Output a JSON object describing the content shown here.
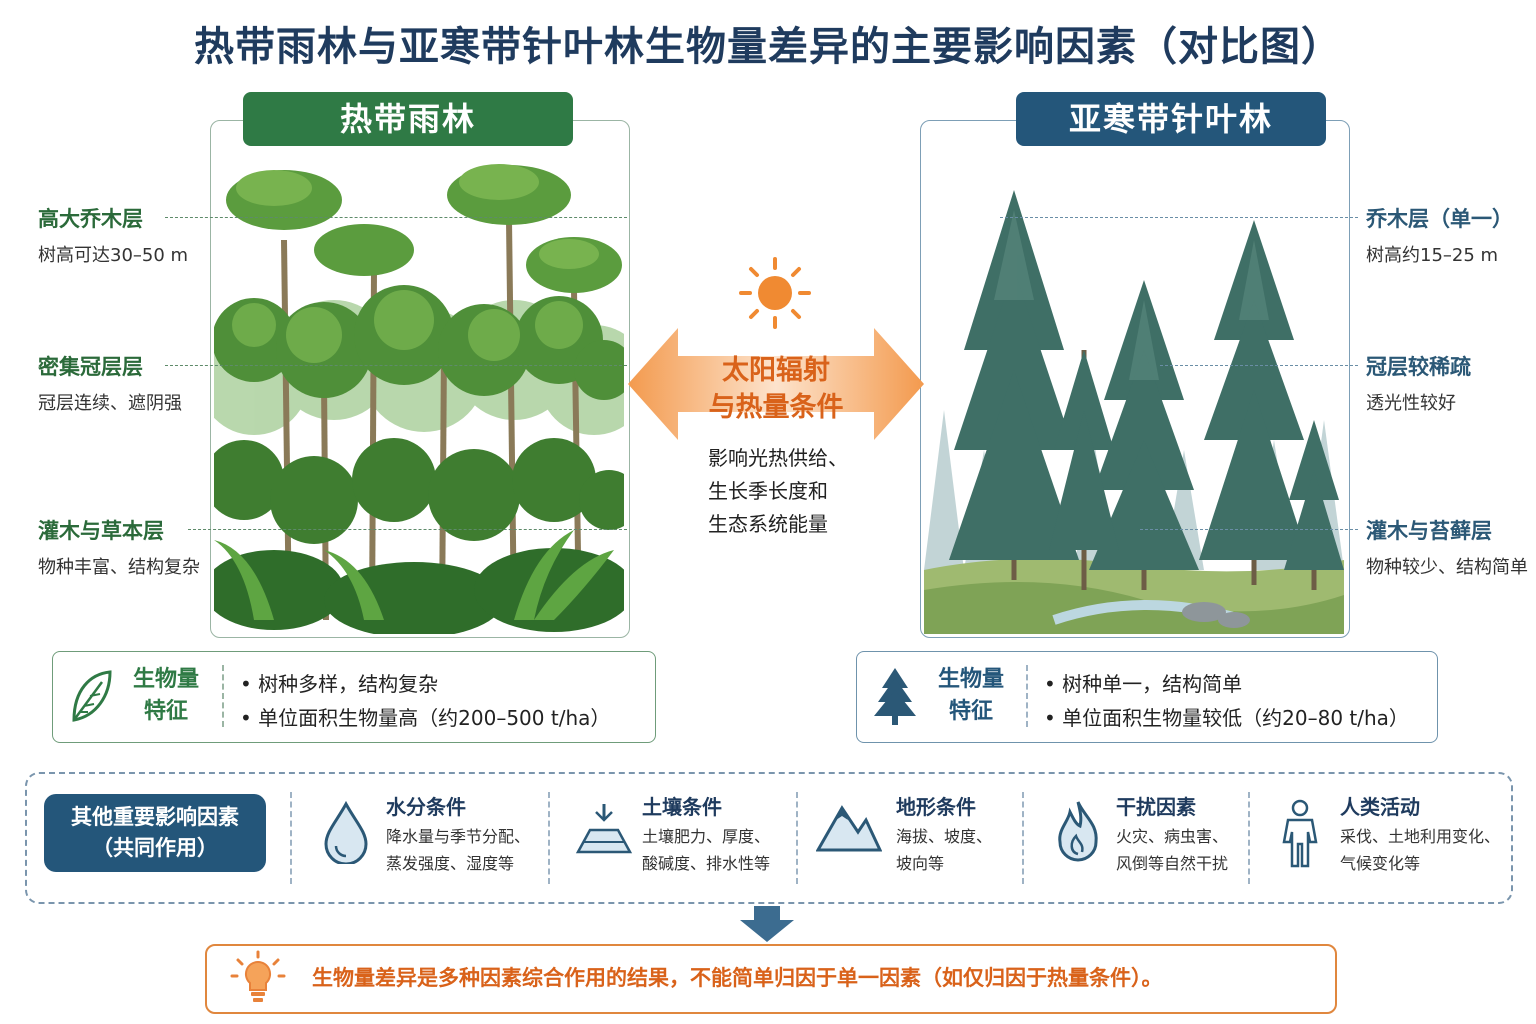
{
  "title": "热带雨林与亚寒带针叶林生物量差异的主要影响因素（对比图）",
  "colors": {
    "green": "#2f7a45",
    "blue": "#24567a",
    "orange": "#e8823a",
    "title": "#1f3b5e"
  },
  "left": {
    "tab": "热带雨林",
    "layers": [
      {
        "title": "高大乔木层",
        "desc": "树高可达30–50 m"
      },
      {
        "title": "密集冠层层",
        "desc": "冠层连续、遮阴强"
      },
      {
        "title": "灌木与草本层",
        "desc": "物种丰富、结构复杂"
      }
    ],
    "bio_label": [
      "生物量",
      "特征"
    ],
    "bio_icon": "leaf-icon",
    "bullets": [
      "树种多样，结构复杂",
      "单位面积生物量高（约200–500 t/ha）"
    ]
  },
  "right": {
    "tab": "亚寒带针叶林",
    "layers": [
      {
        "title": "乔木层（单一）",
        "desc": "树高约15–25 m"
      },
      {
        "title": "冠层较稀疏",
        "desc": "透光性较好"
      },
      {
        "title": "灌木与苔藓层",
        "desc": "物种较少、结构简单"
      }
    ],
    "bio_label": [
      "生物量",
      "特征"
    ],
    "bio_icon": "conifer-icon",
    "bullets": [
      "树种单一，结构简单",
      "单位面积生物量较低（约20–80 t/ha）"
    ]
  },
  "center": {
    "icon": "sun-icon",
    "label": [
      "太阳辐射",
      "与热量条件"
    ],
    "desc": [
      "影响光热供给、",
      "生长季长度和",
      "生态系统能量"
    ]
  },
  "factors": {
    "heading": [
      "其他重要影响因素",
      "（共同作用）"
    ],
    "items": [
      {
        "icon": "water-drop-icon",
        "title": "水分条件",
        "desc": [
          "降水量与季节分配、",
          "蒸发强度、湿度等"
        ]
      },
      {
        "icon": "soil-icon",
        "title": "土壤条件",
        "desc": [
          "土壤肥力、厚度、",
          "酸碱度、排水性等"
        ]
      },
      {
        "icon": "mountain-icon",
        "title": "地形条件",
        "desc": [
          "海拔、坡度、",
          "坡向等"
        ]
      },
      {
        "icon": "fire-icon",
        "title": "干扰因素",
        "desc": [
          "火灾、病虫害、",
          "风倒等自然干扰"
        ]
      },
      {
        "icon": "person-icon",
        "title": "人类活动",
        "desc": [
          "采伐、土地利用变化、",
          "气候变化等"
        ]
      }
    ]
  },
  "conclusion": {
    "icon": "lightbulb-icon",
    "text": "生物量差异是多种因素综合作用的结果，不能简单归因于单一因素（如仅归因于热量条件）。"
  }
}
